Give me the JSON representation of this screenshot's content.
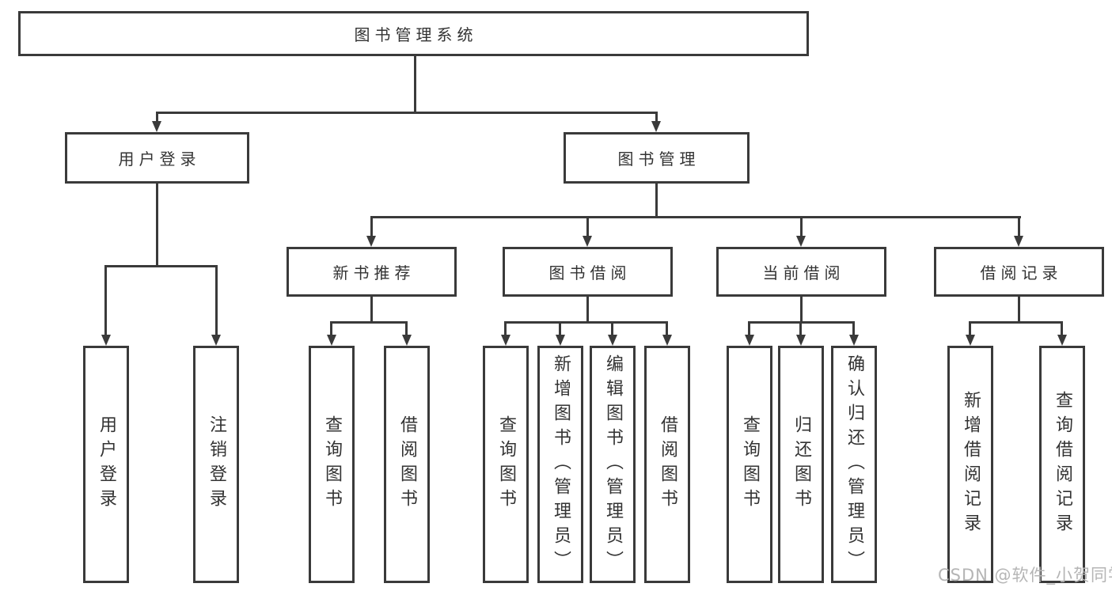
{
  "diagram": {
    "title": "图书管理系统",
    "branches": [
      {
        "label": "用户登录",
        "children": [
          "用户登录",
          "注销登录"
        ]
      },
      {
        "label": "图书管理",
        "groups": [
          {
            "label": "新书推荐",
            "children": [
              "查询图书",
              "借阅图书"
            ]
          },
          {
            "label": "图书借阅",
            "children": [
              "查询图书",
              "新增图书（管理员）",
              "编辑图书（管理员）",
              "借阅图书"
            ]
          },
          {
            "label": "当前借阅",
            "children": [
              "查询图书",
              "归还图书",
              "确认归还（管理员）"
            ]
          },
          {
            "label": "借阅记录",
            "children": [
              "新增借阅记录",
              "查询借阅记录"
            ]
          }
        ]
      }
    ]
  },
  "watermark": "CSDN @软件_小贺同学",
  "colors": {
    "line": "#3a3a3a",
    "text": "#333333",
    "background": "#ffffff",
    "watermark": "#b5b5b5"
  }
}
